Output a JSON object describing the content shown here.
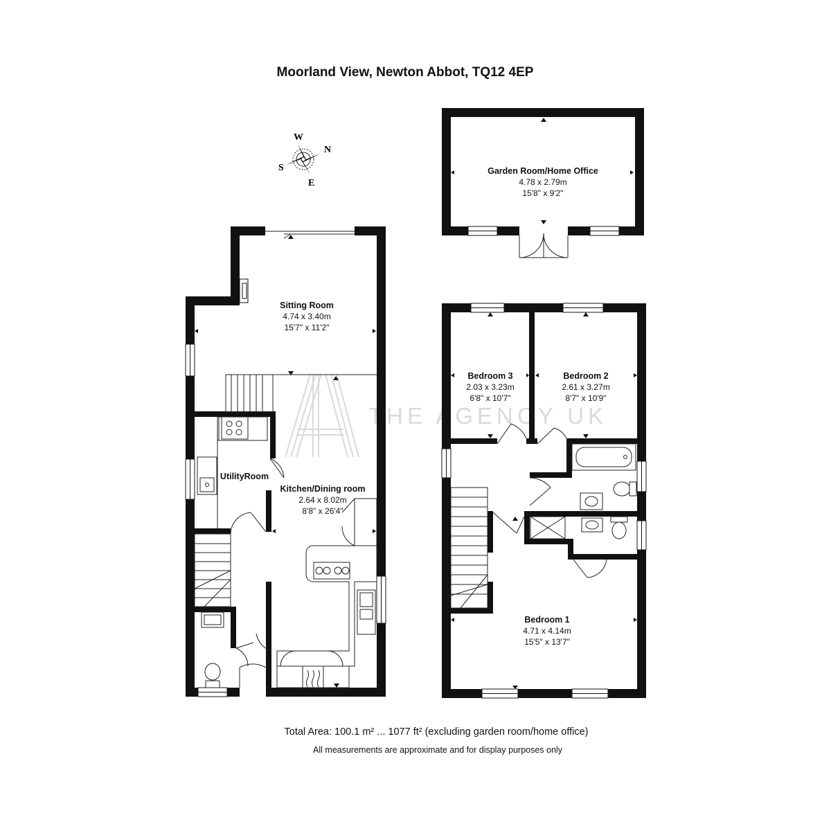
{
  "title": "Moorland View, Newton Abbot, TQ12 4EP",
  "compass": {
    "n": "N",
    "e": "E",
    "s": "S",
    "w": "W"
  },
  "watermark": "THE AGENCY UK",
  "rooms": {
    "garden_room": {
      "name": "Garden Room/Home Office",
      "metric": "4.78 x 2.79m",
      "imperial": "15'8\" x 9'2\""
    },
    "sitting_room": {
      "name": "Sitting Room",
      "metric": "4.74 x 3.40m",
      "imperial": "15'7\" x 11'2\""
    },
    "utility_room": {
      "name": "UtilityRoom"
    },
    "kitchen_dining": {
      "name": "Kitchen/Dining room",
      "metric": "2.64 x 8.02m",
      "imperial": "8'8\" x 26'4\""
    },
    "bedroom_3": {
      "name": "Bedroom 3",
      "metric": "2.03 x 3.23m",
      "imperial": "6'8\" x 10'7\""
    },
    "bedroom_2": {
      "name": "Bedroom 2",
      "metric": "2.61 x 3.27m",
      "imperial": "8'7\" x 10'9\""
    },
    "bedroom_1": {
      "name": "Bedroom 1",
      "metric": "4.71 x 4.14m",
      "imperial": "15'5\" x 13'7\""
    }
  },
  "footer": {
    "total_area": "Total Area: 100.1 m² ... 1077 ft² (excluding garden room/home office)",
    "disclaimer": "All measurements are approximate and for display purposes only"
  }
}
